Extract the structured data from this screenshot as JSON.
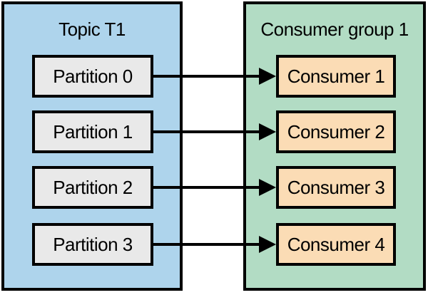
{
  "topic": {
    "title": "Topic T1",
    "partitions": [
      "Partition 0",
      "Partition 1",
      "Partition 2",
      "Partition 3"
    ]
  },
  "consumer_group": {
    "title": "Consumer group 1",
    "consumers": [
      "Consumer 1",
      "Consumer 2",
      "Consumer 3",
      "Consumer 4"
    ]
  },
  "connections": [
    {
      "from": "Partition 0",
      "to": "Consumer 1"
    },
    {
      "from": "Partition 1",
      "to": "Consumer 2"
    },
    {
      "from": "Partition 2",
      "to": "Consumer 3"
    },
    {
      "from": "Partition 3",
      "to": "Consumer 4"
    }
  ],
  "colors": {
    "page_bg": "#ffffff",
    "topic_bg": "#aed4ec",
    "partition_bg": "#e9e9e9",
    "group_bg": "#b2dcc4",
    "consumer_bg": "#fbdcb5",
    "border": "#000000",
    "arrow": "#000000",
    "text": "#000000"
  }
}
